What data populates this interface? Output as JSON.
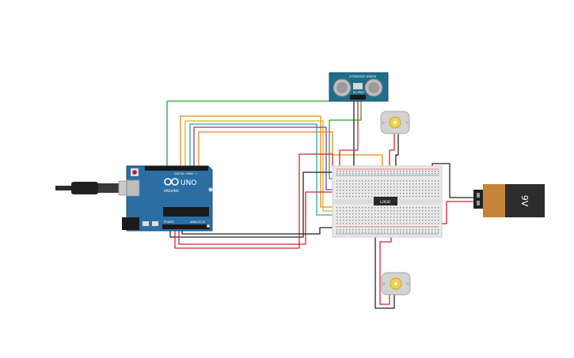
{
  "arduino": {
    "brand": "UNO",
    "maker": "ARDUINO",
    "labels": {
      "digital": "DIGITAL (PWM ~)",
      "power": "POWER",
      "analog": "ANALOG IN"
    }
  },
  "sensor": {
    "model": "HC-SR04",
    "title": "ULTRASONIC SENSOR"
  },
  "battery": {
    "label": "9V"
  },
  "driver": {
    "label": "L293D"
  },
  "colors": {
    "red": "#d8232a",
    "black": "#222222",
    "green": "#2ca02c",
    "orange": "#e8891c",
    "purple": "#7a3fa0",
    "yellow": "#d9b300",
    "teal": "#27a6b4",
    "arduino": "#2b6ea3",
    "sensor": "#1f6e8c",
    "battery_body": "#c6843b",
    "battery_top": "#2d2d2d"
  }
}
